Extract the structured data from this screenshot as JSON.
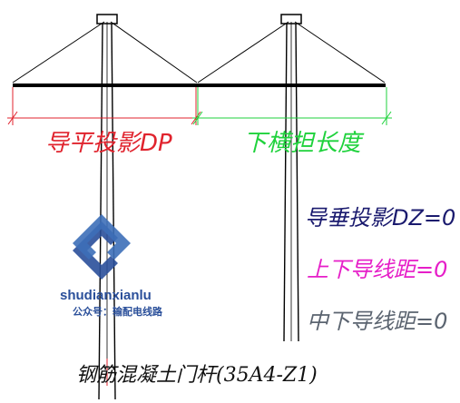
{
  "labels": {
    "horizontal_projection": "导平投影DP",
    "lower_crossarm_length": "下横担长度",
    "vertical_projection": "导垂投影DZ=0",
    "upper_lower_spacing": "上下导线距=0",
    "middle_lower_spacing": "中下导线距=0",
    "caption": "钢筋混凝土门杆(35A4-Z1)"
  },
  "watermark": {
    "site": "shudianxianlu",
    "account": "公众号：输配电线路"
  },
  "colors": {
    "red": "#e0232d",
    "green": "#1fd23c",
    "navy": "#1a1a6e",
    "magenta": "#e61ec8",
    "gray": "#5b6470",
    "watermark_blue": "#2a4f9a"
  }
}
